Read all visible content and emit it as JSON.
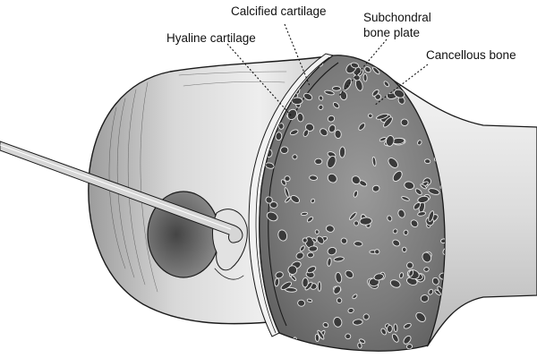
{
  "labels": {
    "calcified": "Calcified cartilage",
    "hyaline": "Hyaline cartilage",
    "subchondral_line1": "Subchondral",
    "subchondral_line2": "bone plate",
    "cancellous": "Cancellous bone"
  },
  "colors": {
    "ink": "#1a1a1a",
    "background": "#ffffff",
    "bone_shade": "#cfcfcf",
    "pore_fill": "#3a3a3a"
  }
}
